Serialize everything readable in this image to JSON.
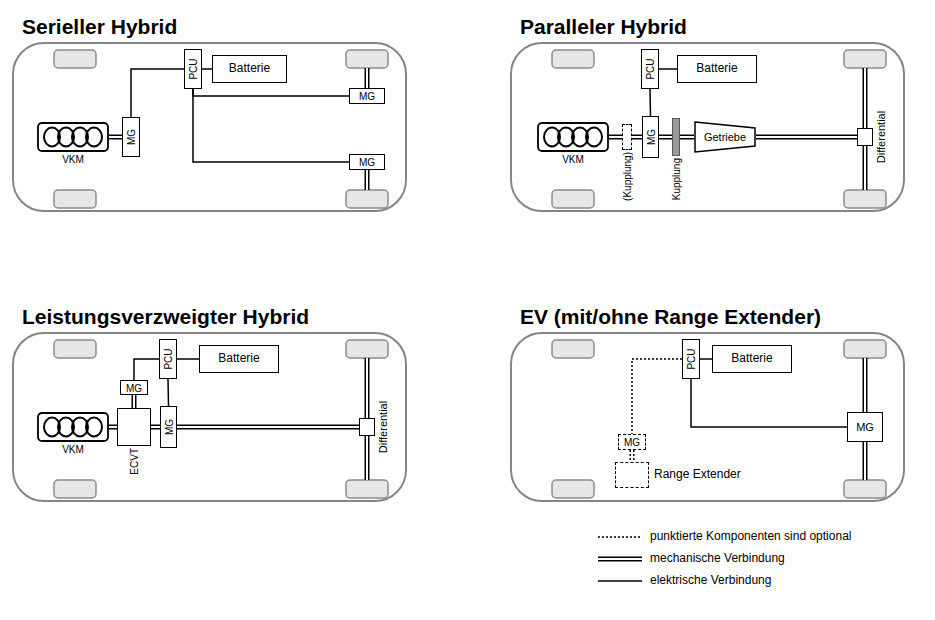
{
  "diagram": {
    "nodes": [
      {
        "text": [
          "Serieller Hybrid"
        ]
      },
      {
        "text": [
          "VKM"
        ],
        "in": 0
      },
      {
        "text": [
          "MG"
        ],
        "in": 0
      },
      {
        "text": [
          "PCU"
        ],
        "in": 0
      },
      {
        "text": [
          "Batterie"
        ],
        "in": 0
      },
      {
        "text": [
          "MG"
        ],
        "in": 0
      },
      {
        "text": [
          "MG"
        ],
        "in": 0
      },
      {
        "text": [
          "Paralleler Hybrid"
        ]
      },
      {
        "text": [
          "VKM"
        ],
        "in": 7
      },
      {
        "text": [
          "(Kupplung)"
        ],
        "in": 7
      },
      {
        "text": [
          "MG"
        ],
        "in": 7
      },
      {
        "text": [
          "PCU"
        ],
        "in": 7
      },
      {
        "text": [
          "Batterie"
        ],
        "in": 7
      },
      {
        "text": [
          "Kupplung"
        ],
        "in": 7
      },
      {
        "text": [
          "Getriebe"
        ],
        "in": 7
      },
      {
        "text": [
          "Differential"
        ],
        "in": 7
      },
      {
        "text": [
          "Leistungsverzweigter Hybrid"
        ]
      },
      {
        "text": [
          "VKM"
        ],
        "in": 16
      },
      {
        "text": [
          "ECVT"
        ],
        "in": 16
      },
      {
        "text": [
          "MG"
        ],
        "in": 16
      },
      {
        "text": [
          "MG"
        ],
        "in": 16
      },
      {
        "text": [
          "PCU"
        ],
        "in": 16
      },
      {
        "text": [
          "Batterie"
        ],
        "in": 16
      },
      {
        "text": [
          "Differential"
        ],
        "in": 16
      },
      {
        "text": [
          "EV (mit/ohne Range Extender)"
        ]
      },
      {
        "text": [
          "PCU"
        ],
        "in": 24
      },
      {
        "text": [
          "Batterie"
        ],
        "in": 24
      },
      {
        "text": [
          "MG"
        ],
        "in": 24
      },
      {
        "text": [
          "MG"
        ],
        "in": 24
      },
      {
        "text": [
          "Range Extender"
        ],
        "in": 24
      }
    ],
    "edges": [
      {
        "from": 1,
        "to": 2,
        "arrow": "none"
      },
      {
        "from": 2,
        "to": 3,
        "arrow": "none"
      },
      {
        "from": 3,
        "to": 4,
        "arrow": "none"
      },
      {
        "from": 3,
        "to": 5,
        "arrow": "none"
      },
      {
        "from": 3,
        "to": 6,
        "arrow": "none"
      },
      {
        "from": 8,
        "to": 9,
        "arrow": "none"
      },
      {
        "from": 9,
        "to": 10,
        "arrow": "none"
      },
      {
        "from": 10,
        "to": 11,
        "arrow": "none"
      },
      {
        "from": 11,
        "to": 12,
        "arrow": "none"
      },
      {
        "from": 10,
        "to": 13,
        "arrow": "none"
      },
      {
        "from": 13,
        "to": 14,
        "arrow": "none"
      },
      {
        "from": 14,
        "to": 15,
        "arrow": "none"
      },
      {
        "from": 17,
        "to": 18,
        "arrow": "none"
      },
      {
        "from": 18,
        "to": 19,
        "arrow": "none"
      },
      {
        "from": 18,
        "to": 20,
        "arrow": "none"
      },
      {
        "from": 20,
        "to": 23,
        "arrow": "none"
      },
      {
        "from": 19,
        "to": 21,
        "arrow": "none"
      },
      {
        "from": 20,
        "to": 21,
        "arrow": "none"
      },
      {
        "from": 21,
        "to": 22,
        "arrow": "none"
      },
      {
        "from": 25,
        "to": 26,
        "arrow": "none"
      },
      {
        "from": 25,
        "to": 27,
        "arrow": "none"
      },
      {
        "from": 25,
        "to": 28,
        "arrow": "none"
      },
      {
        "from": 28,
        "to": 29,
        "arrow": "none"
      }
    ],
    "legend": [
      {
        "text": "punktierte Komponenten sind optional"
      },
      {
        "text": "mechanische Verbindung"
      },
      {
        "text": "elektrische Verbindung"
      }
    ]
  }
}
